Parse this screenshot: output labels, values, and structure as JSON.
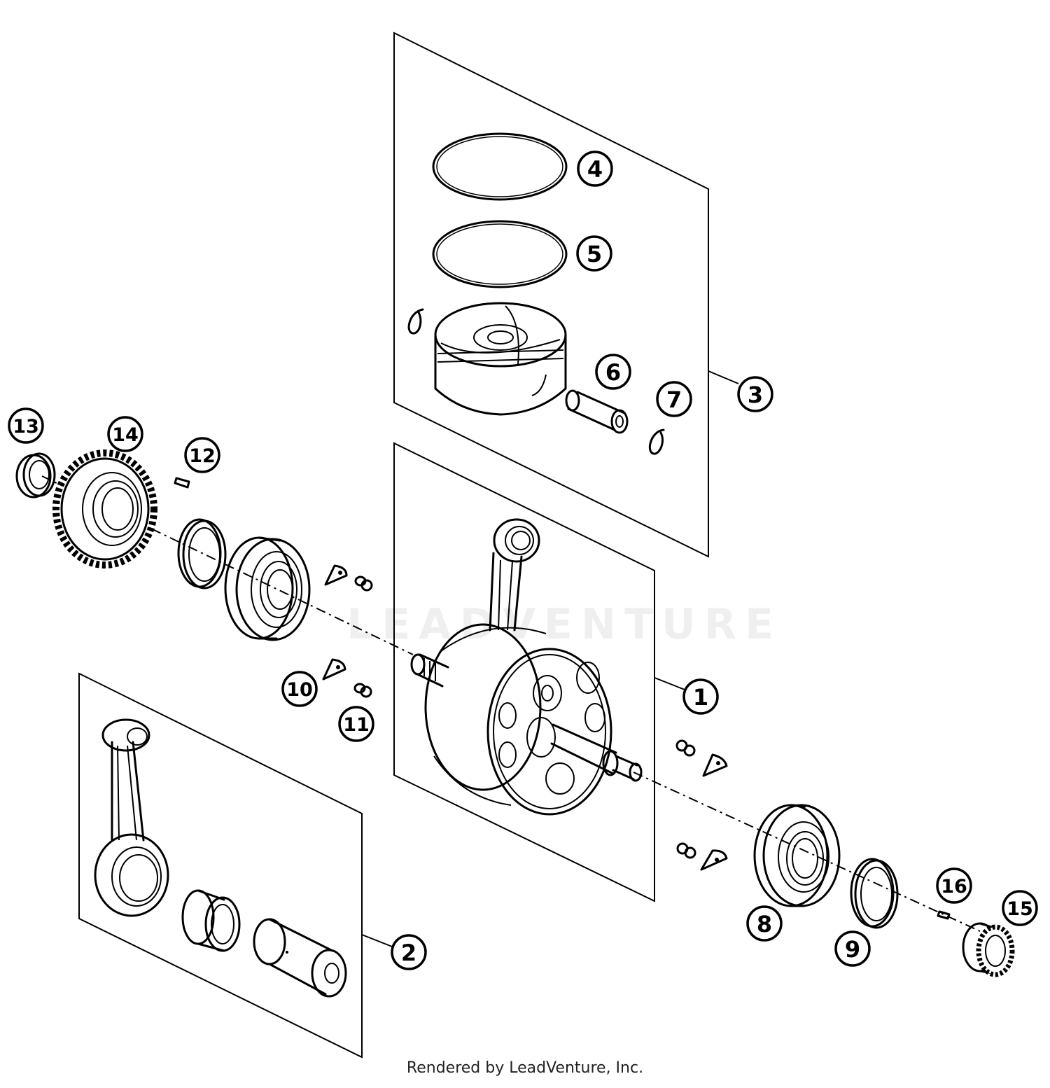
{
  "callouts": [
    {
      "id": "c1",
      "label": "1"
    },
    {
      "id": "c2",
      "label": "2"
    },
    {
      "id": "c3",
      "label": "3"
    },
    {
      "id": "c4",
      "label": "4"
    },
    {
      "id": "c5",
      "label": "5"
    },
    {
      "id": "c6",
      "label": "6"
    },
    {
      "id": "c7",
      "label": "7"
    },
    {
      "id": "c8",
      "label": "8"
    },
    {
      "id": "c9",
      "label": "9"
    },
    {
      "id": "c10",
      "label": "10"
    },
    {
      "id": "c11",
      "label": "11"
    },
    {
      "id": "c12",
      "label": "12"
    },
    {
      "id": "c13",
      "label": "13"
    },
    {
      "id": "c14",
      "label": "14"
    },
    {
      "id": "c15",
      "label": "15"
    },
    {
      "id": "c16",
      "label": "16"
    }
  ],
  "watermark": "LEADVENTURE",
  "footer": "Rendered by LeadVenture, Inc."
}
